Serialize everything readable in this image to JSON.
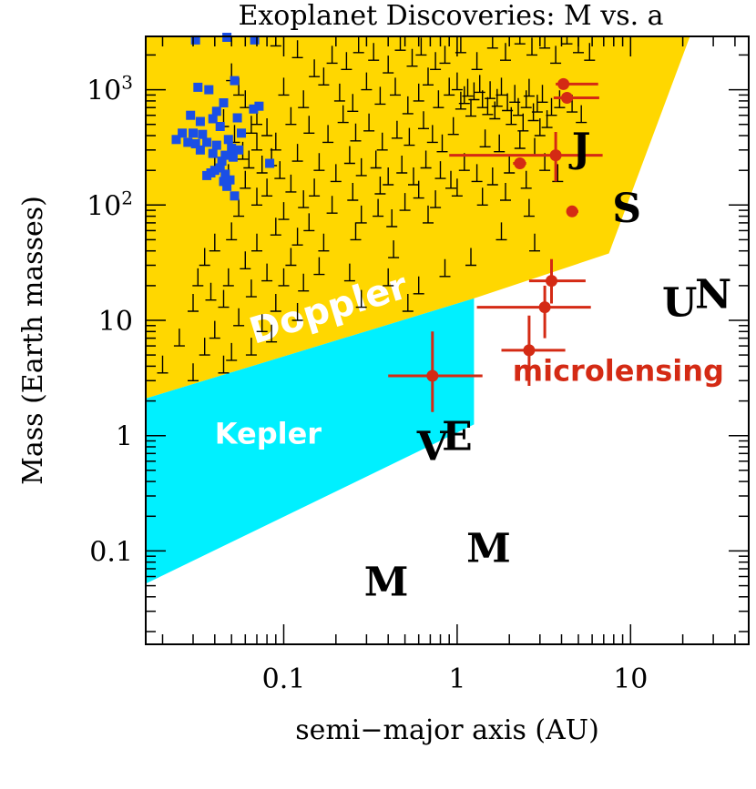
{
  "chart_data": {
    "type": "scatter",
    "title": "Exoplanet Discoveries: M vs. a",
    "xlabel": "semi−major axis (AU)",
    "ylabel": "Mass (Earth masses)",
    "xscale": "log",
    "yscale": "log",
    "xlim": [
      0.016,
      48
    ],
    "ylim": [
      0.0155,
      2900
    ],
    "grid": false,
    "x_tick_labels": [
      {
        "value": 0.1,
        "label": "0.1"
      },
      {
        "value": 1,
        "label": "1"
      },
      {
        "value": 10,
        "label": "10"
      }
    ],
    "y_tick_labels": [
      {
        "value": 0.1,
        "label": "0.1"
      },
      {
        "value": 1,
        "label": "1"
      },
      {
        "value": 10,
        "label": "10"
      },
      {
        "value": 100,
        "label": "10",
        "exponent": "2"
      },
      {
        "value": 1000,
        "label": "10",
        "exponent": "3"
      }
    ],
    "regions": [
      {
        "name": "Doppler",
        "label": "Doppler",
        "color": "#FFD700",
        "label_color": "#FFFFFF",
        "polygon": [
          [
            0.016,
            2.1
          ],
          [
            1.25,
            15.5
          ],
          [
            7.5,
            38
          ],
          [
            22,
            2900
          ],
          [
            0.016,
            2900
          ]
        ],
        "label_at": [
          0.19,
          10
        ]
      },
      {
        "name": "Kepler",
        "label": "Kepler",
        "color": "#00F0FF",
        "label_color": "#FFFFFF",
        "polygon": [
          [
            0.016,
            0.052
          ],
          [
            1.25,
            1.25
          ],
          [
            1.25,
            15.5
          ],
          [
            0.016,
            2.1
          ]
        ],
        "label_at": [
          0.04,
          0.85
        ]
      }
    ],
    "series": [
      {
        "name": "transit",
        "marker": "square",
        "color": "#1A4FE6",
        "points": [
          [
            0.031,
            2700
          ],
          [
            0.047,
            2850
          ],
          [
            0.068,
            2700
          ],
          [
            0.037,
            1000
          ],
          [
            0.032,
            1050
          ],
          [
            0.052,
            1200
          ],
          [
            0.045,
            770
          ],
          [
            0.041,
            650
          ],
          [
            0.072,
            720
          ],
          [
            0.067,
            680
          ],
          [
            0.029,
            600
          ],
          [
            0.033,
            530
          ],
          [
            0.039,
            560
          ],
          [
            0.054,
            570
          ],
          [
            0.026,
            420
          ],
          [
            0.03,
            420
          ],
          [
            0.034,
            410
          ],
          [
            0.043,
            480
          ],
          [
            0.057,
            420
          ],
          [
            0.024,
            370
          ],
          [
            0.028,
            350
          ],
          [
            0.031,
            340
          ],
          [
            0.036,
            350
          ],
          [
            0.041,
            330
          ],
          [
            0.048,
            370
          ],
          [
            0.05,
            310
          ],
          [
            0.033,
            300
          ],
          [
            0.039,
            280
          ],
          [
            0.046,
            270
          ],
          [
            0.051,
            260
          ],
          [
            0.055,
            300
          ],
          [
            0.044,
            240
          ],
          [
            0.043,
            210
          ],
          [
            0.04,
            200
          ],
          [
            0.038,
            190
          ],
          [
            0.046,
            185
          ],
          [
            0.049,
            165
          ],
          [
            0.047,
            145
          ],
          [
            0.052,
            120
          ],
          [
            0.083,
            230
          ],
          [
            0.045,
            160
          ],
          [
            0.036,
            180
          ]
        ]
      },
      {
        "name": "doppler",
        "marker": "minimum-mass",
        "color": "#000000",
        "points": [
          [
            0.09,
            2400
          ],
          [
            0.12,
            1900
          ],
          [
            0.15,
            1300
          ],
          [
            0.19,
            1700
          ],
          [
            0.23,
            1500
          ],
          [
            0.27,
            2100
          ],
          [
            0.33,
            1800
          ],
          [
            0.4,
            1400
          ],
          [
            0.47,
            2200
          ],
          [
            0.55,
            1600
          ],
          [
            0.62,
            2000
          ],
          [
            0.75,
            1500
          ],
          [
            0.85,
            1700
          ],
          [
            1.05,
            2100
          ],
          [
            1.3,
            1500
          ],
          [
            1.6,
            2300
          ],
          [
            1.9,
            1800
          ],
          [
            2.3,
            2500
          ],
          [
            2.7,
            2000
          ],
          [
            3.2,
            2300
          ],
          [
            3.7,
            1700
          ],
          [
            4.3,
            2500
          ],
          [
            5.0,
            2100
          ],
          [
            5.8,
            1800
          ],
          [
            0.1,
            900
          ],
          [
            0.13,
            700
          ],
          [
            0.17,
            1100
          ],
          [
            0.21,
            800
          ],
          [
            0.25,
            650
          ],
          [
            0.3,
            1000
          ],
          [
            0.36,
            750
          ],
          [
            0.44,
            900
          ],
          [
            0.52,
            620
          ],
          [
            0.6,
            800
          ],
          [
            0.68,
            1100
          ],
          [
            0.78,
            700
          ],
          [
            0.9,
            900
          ],
          [
            1.0,
            1000
          ],
          [
            1.05,
            680
          ],
          [
            1.1,
            760
          ],
          [
            1.15,
            880
          ],
          [
            1.2,
            590
          ],
          [
            1.25,
            820
          ],
          [
            1.35,
            950
          ],
          [
            1.4,
            700
          ],
          [
            1.5,
            610
          ],
          [
            1.55,
            840
          ],
          [
            1.65,
            560
          ],
          [
            1.7,
            720
          ],
          [
            1.8,
            900
          ],
          [
            1.95,
            660
          ],
          [
            2.05,
            500
          ],
          [
            2.15,
            780
          ],
          [
            2.25,
            600
          ],
          [
            2.4,
            440
          ],
          [
            2.5,
            700
          ],
          [
            2.6,
            880
          ],
          [
            2.75,
            540
          ],
          [
            2.9,
            640
          ],
          [
            3.0,
            400
          ],
          [
            3.1,
            780
          ],
          [
            3.3,
            470
          ],
          [
            3.5,
            600
          ],
          [
            3.9,
            700
          ],
          [
            4.6,
            640
          ],
          [
            5.2,
            520
          ],
          [
            0.05,
            1200
          ],
          [
            0.06,
            700
          ],
          [
            0.07,
            500
          ],
          [
            0.08,
            400
          ],
          [
            0.055,
            900
          ],
          [
            0.065,
            420
          ],
          [
            0.09,
            300
          ],
          [
            0.11,
            500
          ],
          [
            0.14,
            420
          ],
          [
            0.18,
            350
          ],
          [
            0.22,
            520
          ],
          [
            0.26,
            360
          ],
          [
            0.31,
            440
          ],
          [
            0.37,
            300
          ],
          [
            0.45,
            380
          ],
          [
            0.53,
            330
          ],
          [
            0.64,
            460
          ],
          [
            0.72,
            350
          ],
          [
            0.82,
            290
          ],
          [
            0.95,
            410
          ],
          [
            1.45,
            320
          ],
          [
            1.75,
            290
          ],
          [
            2.3,
            310
          ],
          [
            2.8,
            270
          ],
          [
            0.045,
            480
          ],
          [
            0.052,
            350
          ],
          [
            0.058,
            250
          ],
          [
            0.063,
            210
          ],
          [
            0.07,
            300
          ],
          [
            0.075,
            190
          ],
          [
            0.085,
            220
          ],
          [
            0.095,
            170
          ],
          [
            0.12,
            240
          ],
          [
            0.16,
            200
          ],
          [
            0.2,
            160
          ],
          [
            0.24,
            230
          ],
          [
            0.28,
            180
          ],
          [
            0.34,
            210
          ],
          [
            0.4,
            150
          ],
          [
            0.48,
            190
          ],
          [
            0.56,
            150
          ],
          [
            0.66,
            210
          ],
          [
            0.8,
            170
          ],
          [
            0.92,
            140
          ],
          [
            1.1,
            200
          ],
          [
            1.3,
            160
          ],
          [
            1.6,
            150
          ],
          [
            2.0,
            190
          ],
          [
            2.5,
            140
          ],
          [
            3.2,
            200
          ],
          [
            3.8,
            160
          ],
          [
            0.04,
            200
          ],
          [
            0.048,
            160
          ],
          [
            0.11,
            130
          ],
          [
            0.15,
            120
          ],
          [
            0.25,
            110
          ],
          [
            0.36,
            125
          ],
          [
            0.6,
            115
          ],
          [
            1.0,
            120
          ],
          [
            1.4,
            100
          ],
          [
            0.06,
            140
          ],
          [
            0.08,
            120
          ],
          [
            0.13,
            95
          ],
          [
            0.35,
            80
          ],
          [
            0.5,
            90
          ],
          [
            0.75,
            95
          ],
          [
            1.9,
            110
          ],
          [
            0.055,
            80
          ],
          [
            0.07,
            100
          ],
          [
            0.1,
            75
          ],
          [
            0.14,
            60
          ],
          [
            0.19,
            85
          ],
          [
            0.28,
            70
          ],
          [
            0.42,
            65
          ],
          [
            0.68,
            70
          ],
          [
            0.09,
            55
          ],
          [
            0.12,
            45
          ],
          [
            0.17,
            40
          ],
          [
            0.26,
            50
          ],
          [
            0.43,
            35
          ],
          [
            0.05,
            50
          ],
          [
            0.07,
            40
          ],
          [
            0.035,
            30
          ],
          [
            0.04,
            40
          ],
          [
            0.11,
            30
          ],
          [
            0.16,
            25
          ],
          [
            0.06,
            28
          ],
          [
            0.08,
            22
          ],
          [
            0.1,
            20
          ],
          [
            0.13,
            18
          ],
          [
            0.048,
            20
          ],
          [
            0.065,
            16
          ],
          [
            0.03,
            12
          ],
          [
            0.045,
            13
          ],
          [
            0.09,
            12
          ],
          [
            0.055,
            9
          ],
          [
            0.075,
            8
          ],
          [
            0.04,
            7
          ],
          [
            0.025,
            6
          ],
          [
            0.035,
            5
          ],
          [
            0.05,
            4.5
          ],
          [
            0.02,
            3.5
          ],
          [
            0.03,
            3.0
          ],
          [
            0.045,
            3.5
          ],
          [
            0.065,
            5
          ],
          [
            0.085,
            6.5
          ],
          [
            0.032,
            20
          ],
          [
            0.038,
            15
          ],
          [
            0.12,
            10
          ],
          [
            0.28,
            13
          ],
          [
            0.52,
            12
          ],
          [
            0.24,
            22
          ],
          [
            0.4,
            20
          ],
          [
            0.6,
            17
          ],
          [
            0.85,
            24
          ],
          [
            1.2,
            30
          ],
          [
            2.8,
            40
          ],
          [
            1.8,
            50
          ],
          [
            2.6,
            80
          ]
        ]
      },
      {
        "name": "microlensing",
        "label": "microlensing",
        "marker": "circle-errorbar",
        "color": "#D42A14",
        "points": [
          {
            "x": 4.1,
            "y": 1120,
            "xlo": 3.7,
            "xhi": 6.5,
            "ylo": 1120,
            "yhi": 1120
          },
          {
            "x": 4.3,
            "y": 850,
            "xlo": 3.6,
            "xhi": 6.6,
            "ylo": 850,
            "yhi": 850
          },
          {
            "x": 2.3,
            "y": 230,
            "xlo": 2.1,
            "xhi": 2.5,
            "ylo": 230,
            "yhi": 230
          },
          {
            "x": 3.7,
            "y": 270,
            "xlo": 0.9,
            "xhi": 6.9,
            "ylo": 160,
            "yhi": 430
          },
          {
            "x": 4.6,
            "y": 88,
            "xlo": 4.3,
            "xhi": 5.0,
            "ylo": 88,
            "yhi": 88
          },
          {
            "x": 3.5,
            "y": 22,
            "xlo": 2.6,
            "xhi": 5.5,
            "ylo": 14,
            "yhi": 34
          },
          {
            "x": 3.2,
            "y": 13,
            "xlo": 1.3,
            "xhi": 5.9,
            "ylo": 7,
            "yhi": 20
          },
          {
            "x": 2.6,
            "y": 5.5,
            "xlo": 1.8,
            "xhi": 4.2,
            "ylo": 2.7,
            "yhi": 11
          },
          {
            "x": 0.72,
            "y": 3.3,
            "xlo": 0.4,
            "xhi": 1.4,
            "ylo": 1.6,
            "yhi": 8
          }
        ],
        "label_at": [
          8.5,
          3.0
        ]
      }
    ],
    "planet_labels": [
      {
        "name": "Venus",
        "label": "V",
        "x": 0.72,
        "y": 0.82
      },
      {
        "name": "Earth",
        "label": "E",
        "x": 1.0,
        "y": 1.0
      },
      {
        "name": "Mercury",
        "label": "M",
        "x": 0.39,
        "y": 0.055
      },
      {
        "name": "Mars",
        "label": "M",
        "x": 1.52,
        "y": 0.107
      },
      {
        "name": "Jupiter",
        "label": "J",
        "x": 5.2,
        "y": 318
      },
      {
        "name": "Saturn",
        "label": "S",
        "x": 9.5,
        "y": 95
      },
      {
        "name": "Uranus",
        "label": "U",
        "x": 19.2,
        "y": 14.5
      },
      {
        "name": "Neptune",
        "label": "N",
        "x": 30.0,
        "y": 17.1
      }
    ]
  }
}
